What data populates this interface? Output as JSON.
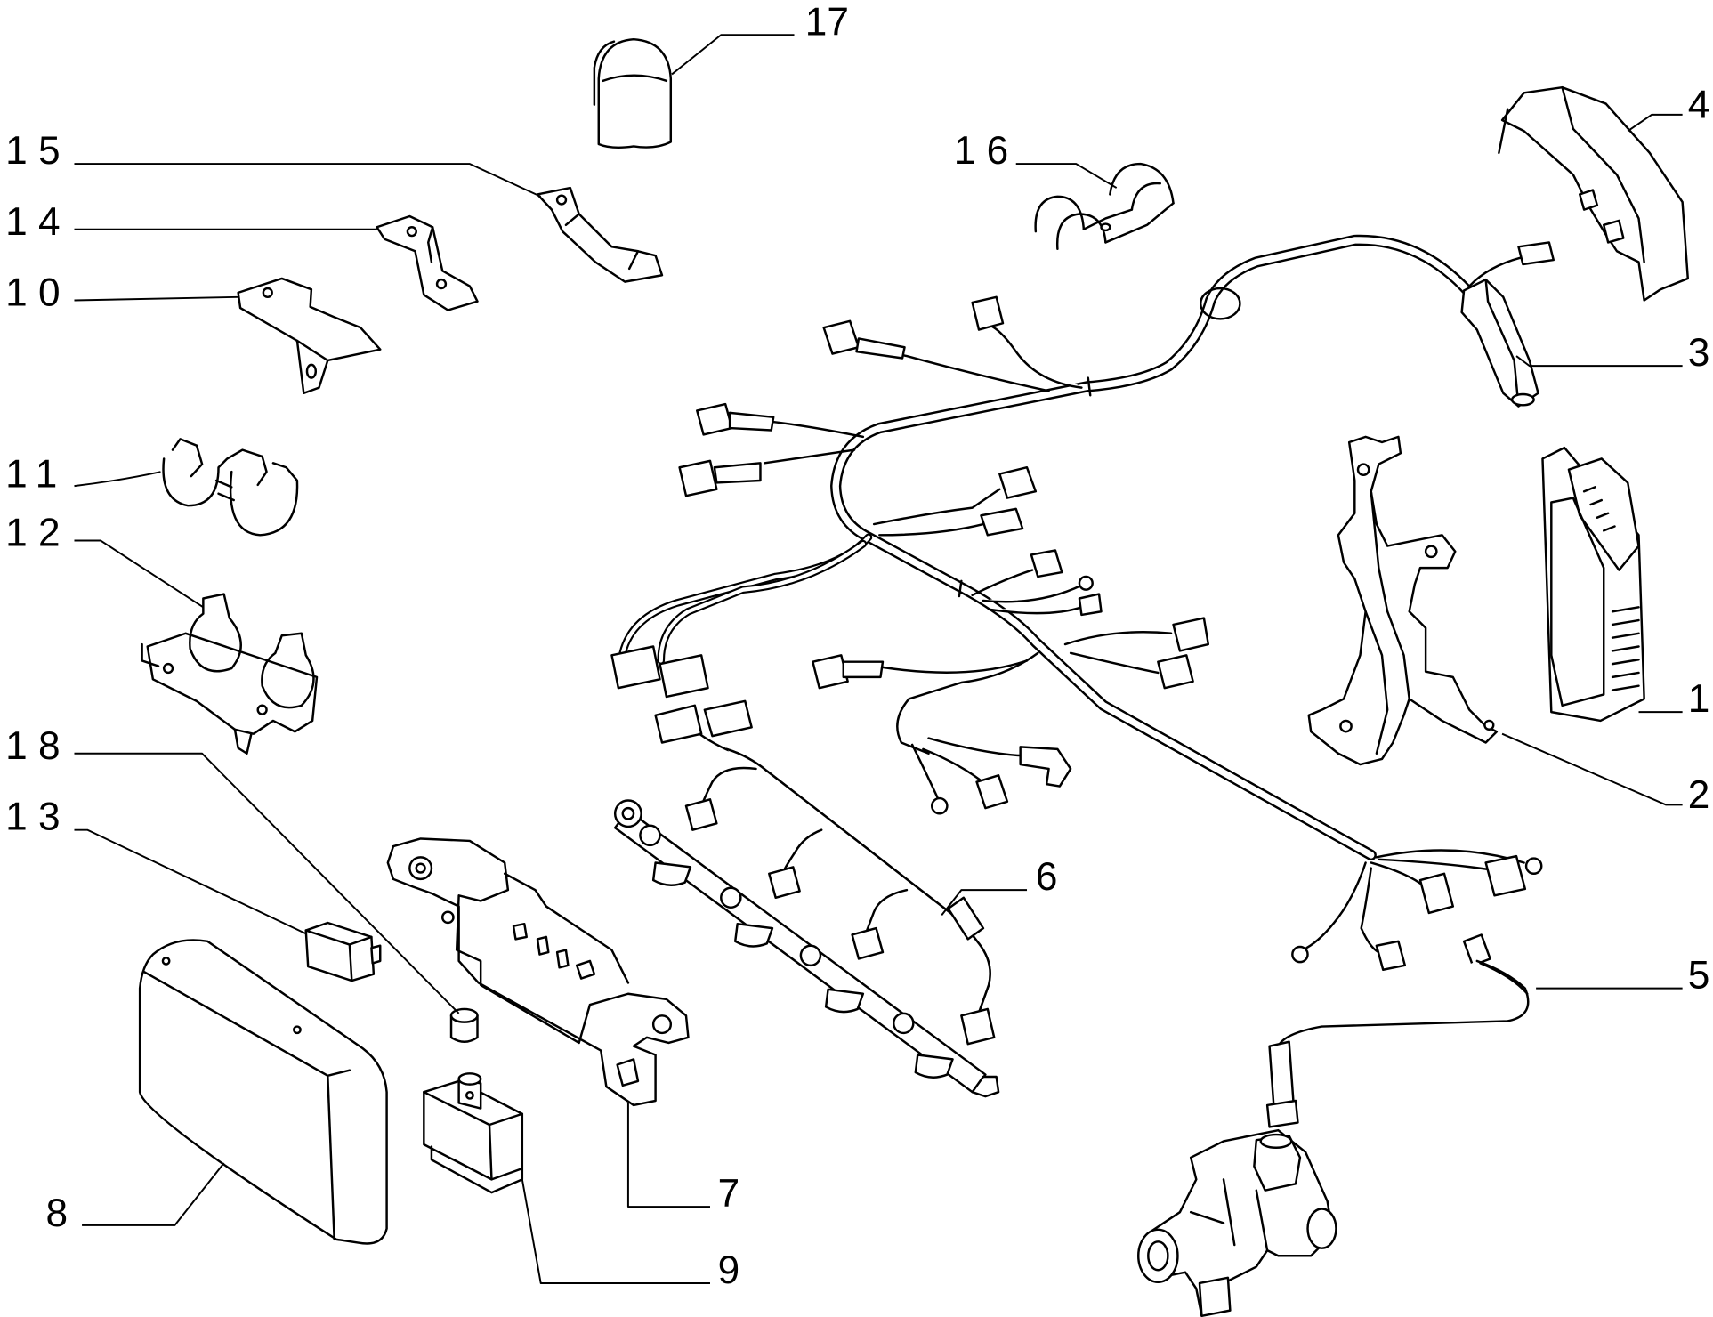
{
  "colors": {
    "ink": "#000000",
    "background": "#ffffff"
  },
  "callouts": [
    "1",
    "2",
    "3",
    "4",
    "5",
    "6",
    "7",
    "8",
    "9",
    "10",
    "11",
    "12",
    "13",
    "14",
    "15",
    "16",
    "17",
    "18"
  ]
}
